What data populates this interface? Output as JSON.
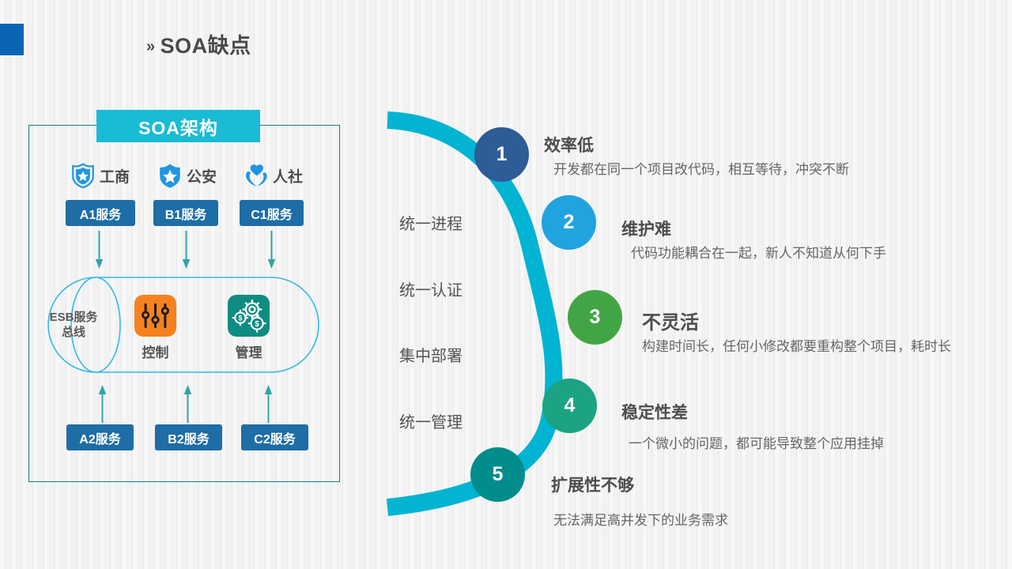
{
  "header": {
    "chevron": "»",
    "title": "SOA缺点",
    "corner_color": "#0a66b5"
  },
  "soa_panel": {
    "badge_label": "SOA架构",
    "badge_color": "#19bcd4",
    "frame_border_color": "#16807e",
    "orgs": [
      {
        "label": "工商",
        "icon": "shield-star-icon",
        "color": "#2196e0"
      },
      {
        "label": "公安",
        "icon": "shield-star-icon",
        "color": "#2196e0"
      },
      {
        "label": "人社",
        "icon": "hands-heart-icon",
        "color": "#2196e0"
      }
    ],
    "top_services": [
      "A1服务",
      "B1服务",
      "C1服务"
    ],
    "bottom_services": [
      "A2服务",
      "B2服务",
      "C2服务"
    ],
    "service_color": "#1e6da6",
    "esb_label": "ESB服务总线",
    "bus_border_color": "#35b8e8",
    "middle_items": [
      {
        "label": "控制",
        "icon": "sliders-icon",
        "color": "#f6821f"
      },
      {
        "label": "管理",
        "icon": "gears-money-icon",
        "color": "#0e8c82"
      }
    ],
    "arrow_color": "#2fa3a8"
  },
  "curve": {
    "color": "#01b4d2",
    "left_labels": [
      "统一进程",
      "统一认证",
      "集中部署",
      "统一管理"
    ]
  },
  "steps": [
    {
      "number": "1",
      "color": "#2d5c97",
      "heading": "效率低",
      "description": "开发都在同一个项目改代码，相互等待，冲突不断"
    },
    {
      "number": "2",
      "color": "#1fa4e0",
      "heading": "维护难",
      "description": "代码功能耦合在一起，新人不知道从何下手"
    },
    {
      "number": "3",
      "color": "#42a545",
      "heading": "不灵活",
      "description": "构建时间长，任何小修改都要重构整个项目，耗时长"
    },
    {
      "number": "4",
      "color": "#1ba384",
      "heading": "稳定性差",
      "description": "一个微小的问题，都可能导致整个应用挂掉"
    },
    {
      "number": "5",
      "color": "#028c8c",
      "heading": "扩展性不够",
      "description": "无法满足高并发下的业务需求"
    }
  ]
}
